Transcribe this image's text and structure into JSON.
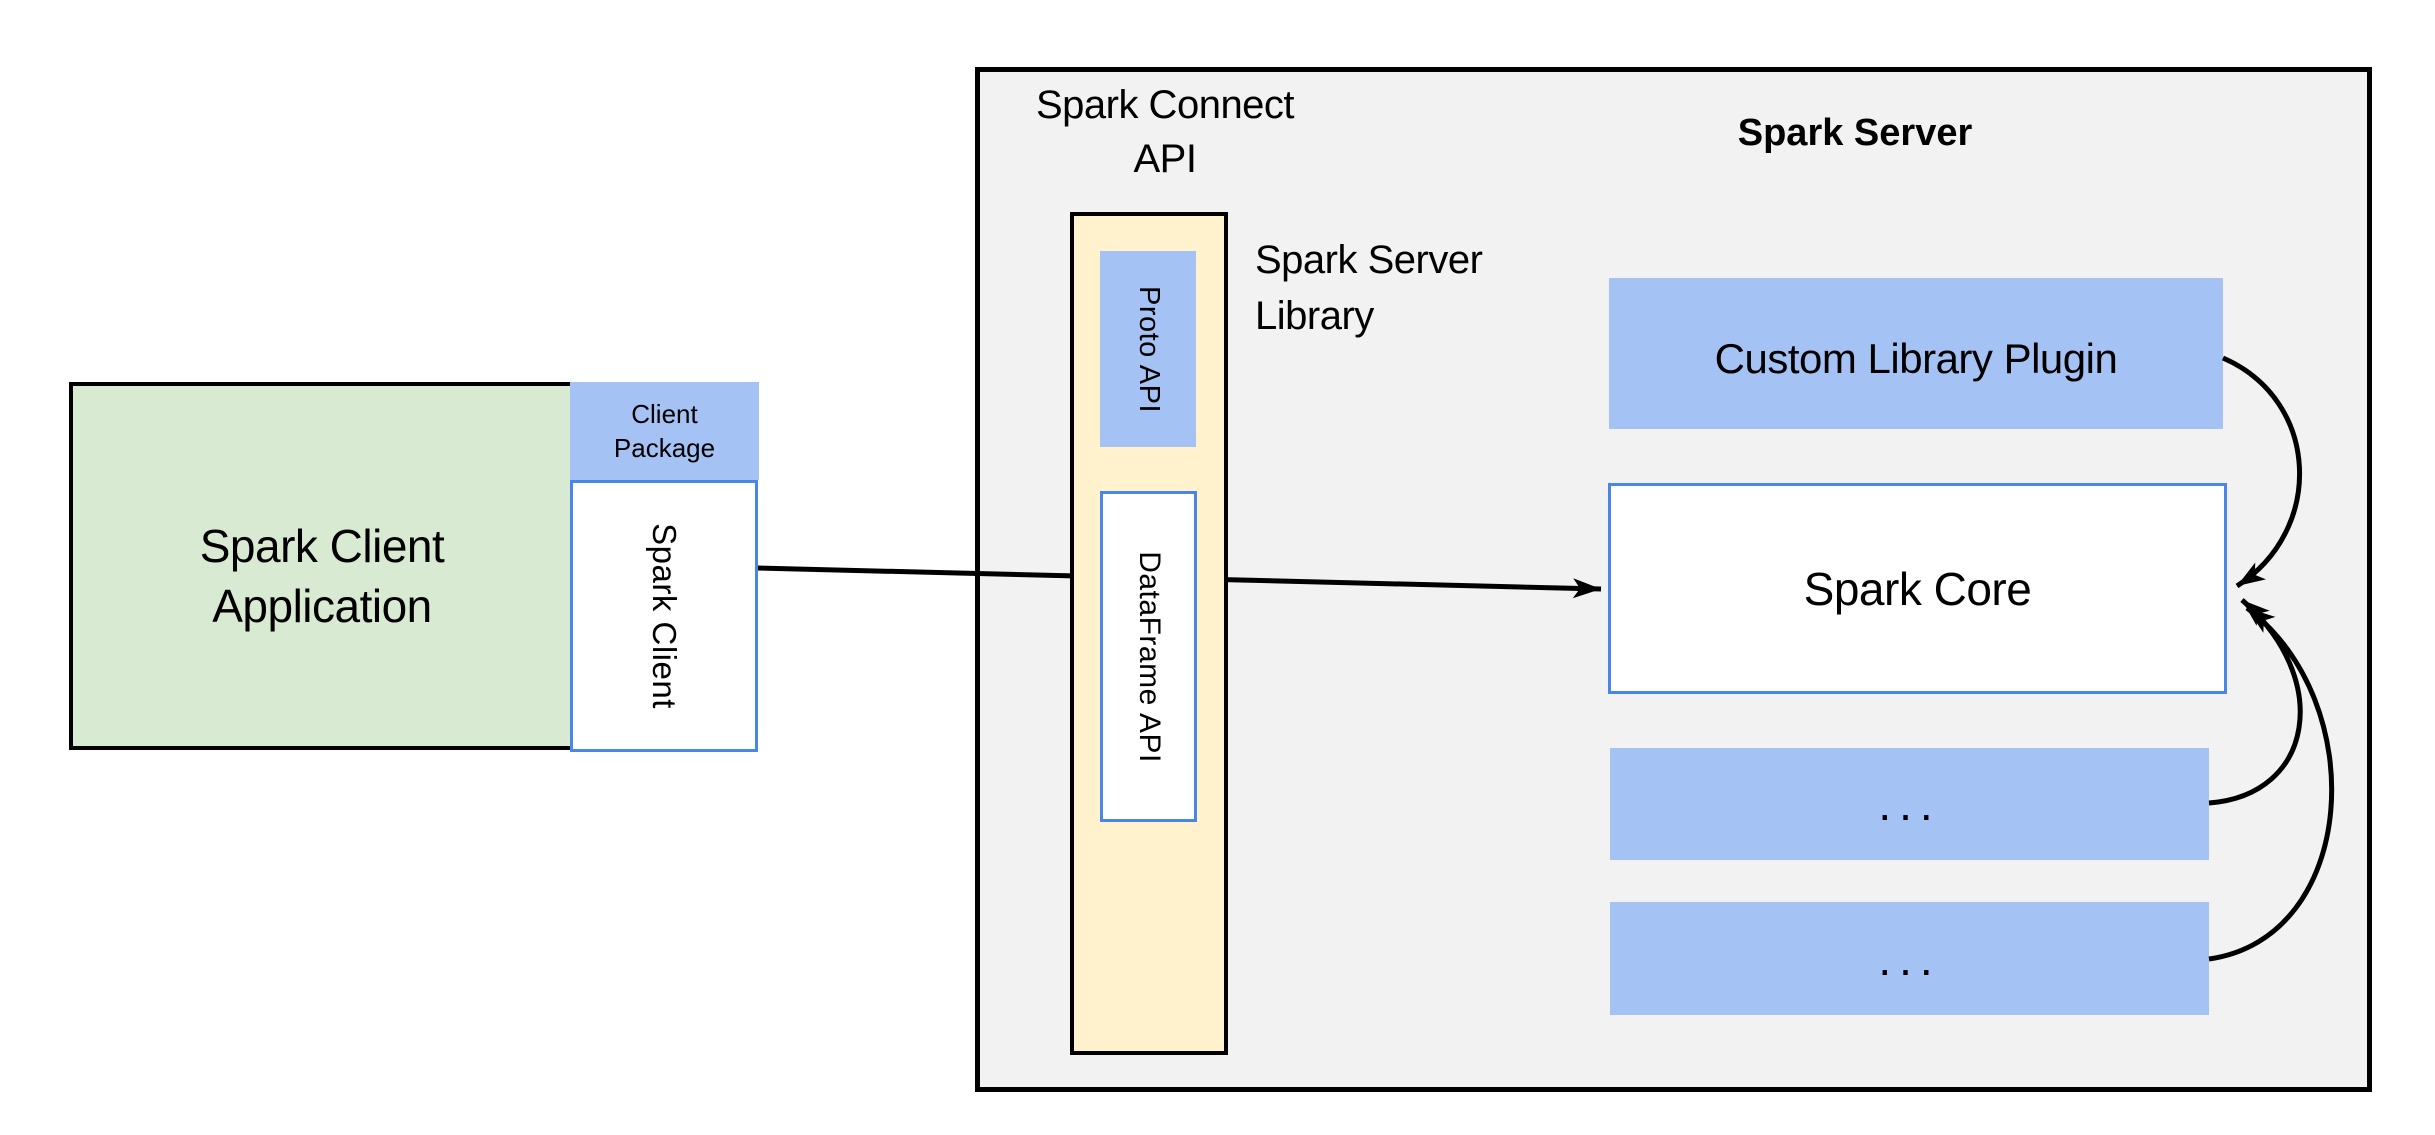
{
  "diagram": {
    "client": {
      "application": {
        "line1": "Spark Client",
        "line2": "Application"
      },
      "package": {
        "line1": "Client",
        "line2": "Package"
      },
      "spark_client_label": "Spark Client"
    },
    "connect_api": {
      "title_line1": "Spark Connect",
      "title_line2": "API",
      "proto_api_label": "Proto API",
      "dataframe_api_label": "DataFrame API",
      "server_library_line1": "Spark Server",
      "server_library_line2": "Library"
    },
    "server": {
      "title": "Spark Server",
      "custom_plugin_label": "Custom Library Plugin",
      "spark_core_label": "Spark Core",
      "ellipsis_top": "...",
      "ellipsis_bottom": "..."
    },
    "colors": {
      "green_fill": "#d9ead3",
      "blue_fill": "#a4c2f4",
      "yellow_fill": "#fff2cc",
      "gray_fill": "#f2f2f2",
      "blue_border": "#4a86e8",
      "line_black": "#000000"
    }
  }
}
